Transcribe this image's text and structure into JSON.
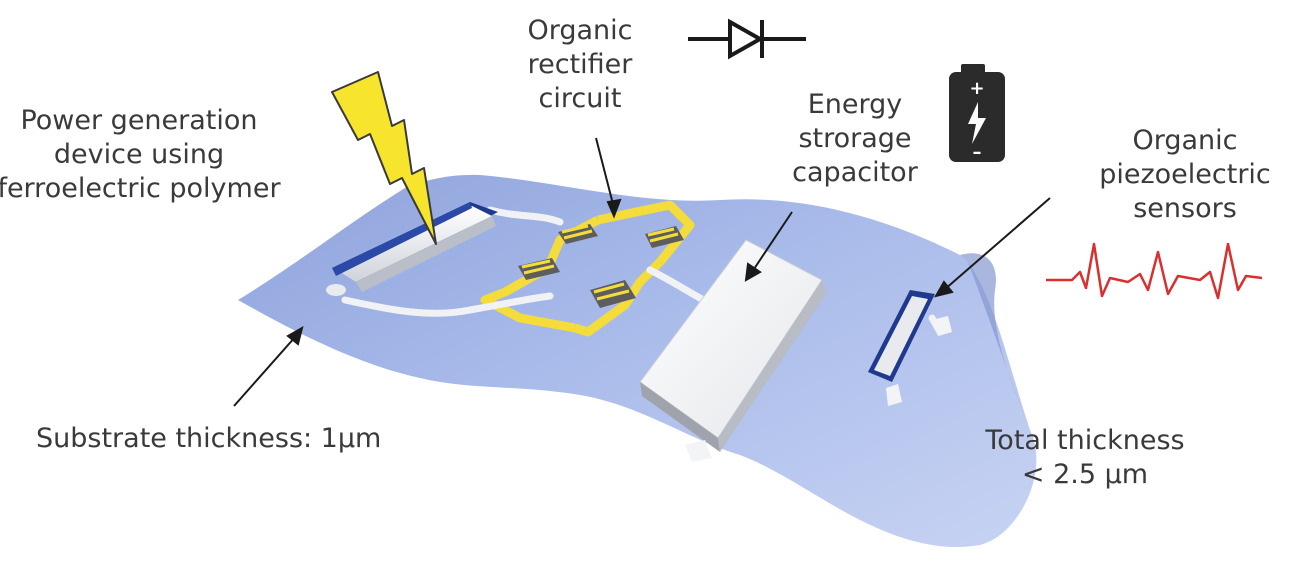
{
  "labels": {
    "power_generation": [
      "Power generation",
      "device using",
      "ferroelectric polymer"
    ],
    "rectifier": [
      "Organic",
      "rectifier",
      "circuit"
    ],
    "energy_storage": [
      "Energy",
      "strorage",
      "capacitor"
    ],
    "piezo_sensors": [
      "Organic",
      "piezoelectric",
      "sensors"
    ],
    "substrate": "Substrate thickness: 1µm",
    "total_thickness": [
      "Total thickness",
      "< 2.5 µm"
    ]
  },
  "battery": {
    "plus": "+",
    "minus": "–"
  },
  "colors": {
    "substrate": "#9db0e4",
    "circuit_trace": "#f4dc3a",
    "lightning": "#f6e52c",
    "device_stripe": "#1f3a8c",
    "signal_wave": "#d8302f",
    "battery": "#2b2b2b",
    "text": "#3a3a3a"
  },
  "icons": {
    "lightning": "lightning-bolt-icon",
    "diode": "diode-symbol-icon",
    "battery": "battery-icon",
    "signal": "heartbeat-signal-icon"
  }
}
